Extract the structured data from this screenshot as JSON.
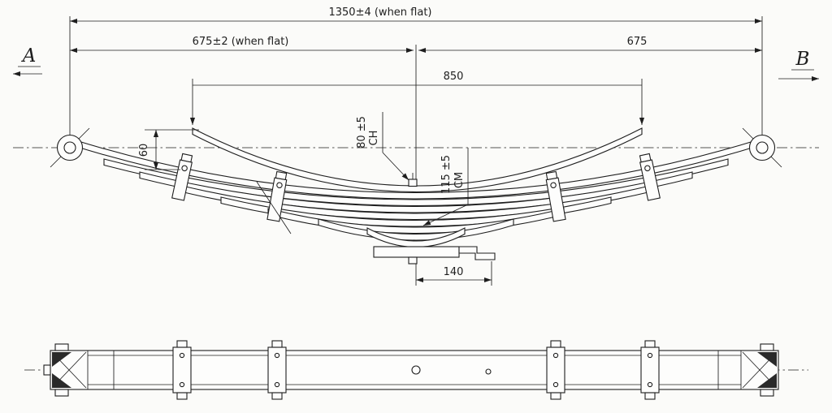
{
  "drawing": {
    "title": "leaf-spring-technical-drawing",
    "view_labels": {
      "left": "A",
      "right": "B"
    },
    "dimensions": {
      "total_length": "1350±4 (when flat)",
      "left_half": "675±2 (when flat)",
      "right_half": "675",
      "second_leaf_span": "850",
      "end_drop": "60",
      "arc_height_upper": "80 ±5",
      "arc_height_upper_label": "CH",
      "arc_height_main": "115 ±5",
      "arc_height_main_label": "CM",
      "center_offset": "140"
    },
    "colors": {
      "line": "#1e1e1e",
      "background": "#fbfbf9"
    }
  }
}
